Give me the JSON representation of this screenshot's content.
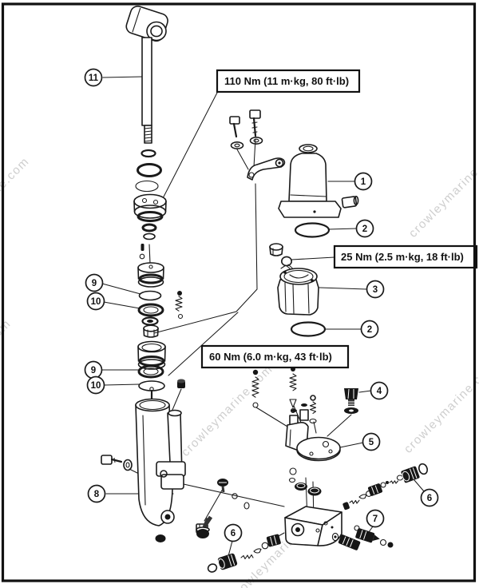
{
  "diagram": {
    "background": "#ffffff",
    "line_color": "#1a1a1a",
    "frame_color": "#111111",
    "watermark": {
      "text": "crowleymarine.com",
      "color": "#c9c9c9"
    },
    "torque_callouts": [
      {
        "label": "110 Nm (11 m·kg, 80 ft·lb)"
      },
      {
        "label": "25 Nm (2.5 m·kg, 18 ft·lb)"
      },
      {
        "label": "60 Nm (6.0 m·kg, 43 ft·lb)"
      }
    ],
    "part_labels": [
      {
        "num": "11"
      },
      {
        "num": "1"
      },
      {
        "num": "2"
      },
      {
        "num": "3"
      },
      {
        "num": "2"
      },
      {
        "num": "4"
      },
      {
        "num": "5"
      },
      {
        "num": "6"
      },
      {
        "num": "7"
      },
      {
        "num": "8"
      },
      {
        "num": "9"
      },
      {
        "num": "10"
      },
      {
        "num": "9"
      },
      {
        "num": "10"
      },
      {
        "num": "6"
      }
    ]
  }
}
